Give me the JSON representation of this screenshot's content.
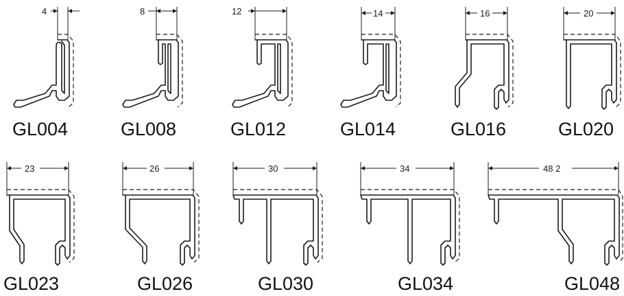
{
  "profiles": [
    {
      "code": "GL004",
      "dim": "4"
    },
    {
      "code": "GL008",
      "dim": "8"
    },
    {
      "code": "GL012",
      "dim": "12"
    },
    {
      "code": "GL014",
      "dim": "14"
    },
    {
      "code": "GL016",
      "dim": "16"
    },
    {
      "code": "GL020",
      "dim": "20"
    },
    {
      "code": "GL023",
      "dim": "23"
    },
    {
      "code": "GL026",
      "dim": "26"
    },
    {
      "code": "GL030",
      "dim": "30"
    },
    {
      "code": "GL034",
      "dim": "34"
    },
    {
      "code": "GL048",
      "dim": "48 2"
    }
  ],
  "colors": {
    "line": "#1a1a1a",
    "background": "#ffffff"
  }
}
